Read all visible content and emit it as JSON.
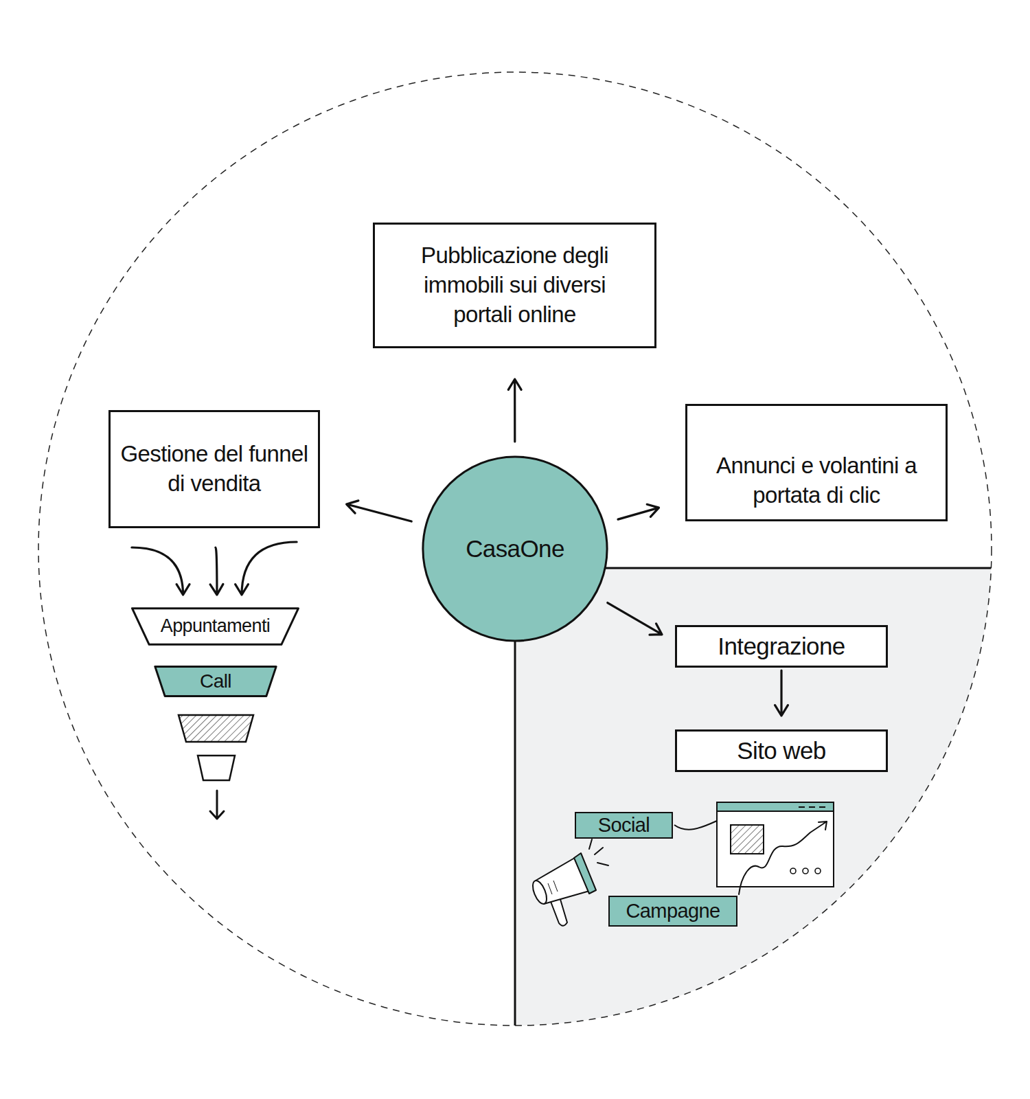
{
  "diagram": {
    "nodes": [
      {
        "text": [
          "Pubblicazione degli immobili sui diversi portali online"
        ]
      },
      {
        "text": [
          "Gestione del funnel di vendita"
        ]
      },
      {
        "text": [
          "CasaOne"
        ]
      },
      {
        "text": [
          "Annunci e volantini a portata di clic"
        ]
      },
      {
        "text": [
          "Appuntamenti"
        ]
      },
      {
        "text": [
          "Integrazione"
        ]
      },
      {
        "text": [
          "Call"
        ]
      },
      {
        "text": [
          "Sito web"
        ]
      },
      {
        "text": [
          "Social"
        ]
      },
      {
        "text": [
          "Campagne"
        ]
      }
    ],
    "edges": [
      {
        "from": 2,
        "to": 0,
        "arrow": "to"
      },
      {
        "from": 2,
        "to": 3,
        "arrow": "to"
      },
      {
        "from": 2,
        "to": 1,
        "arrow": "to"
      },
      {
        "from": 2,
        "to": 5,
        "arrow": "to"
      },
      {
        "from": 1,
        "to": 4,
        "arrow": "to"
      },
      {
        "from": 1,
        "to": 4,
        "arrow": "to"
      },
      {
        "from": 1,
        "to": 4,
        "arrow": "to"
      },
      {
        "from": 5,
        "to": 7,
        "arrow": "to"
      }
    ]
  }
}
